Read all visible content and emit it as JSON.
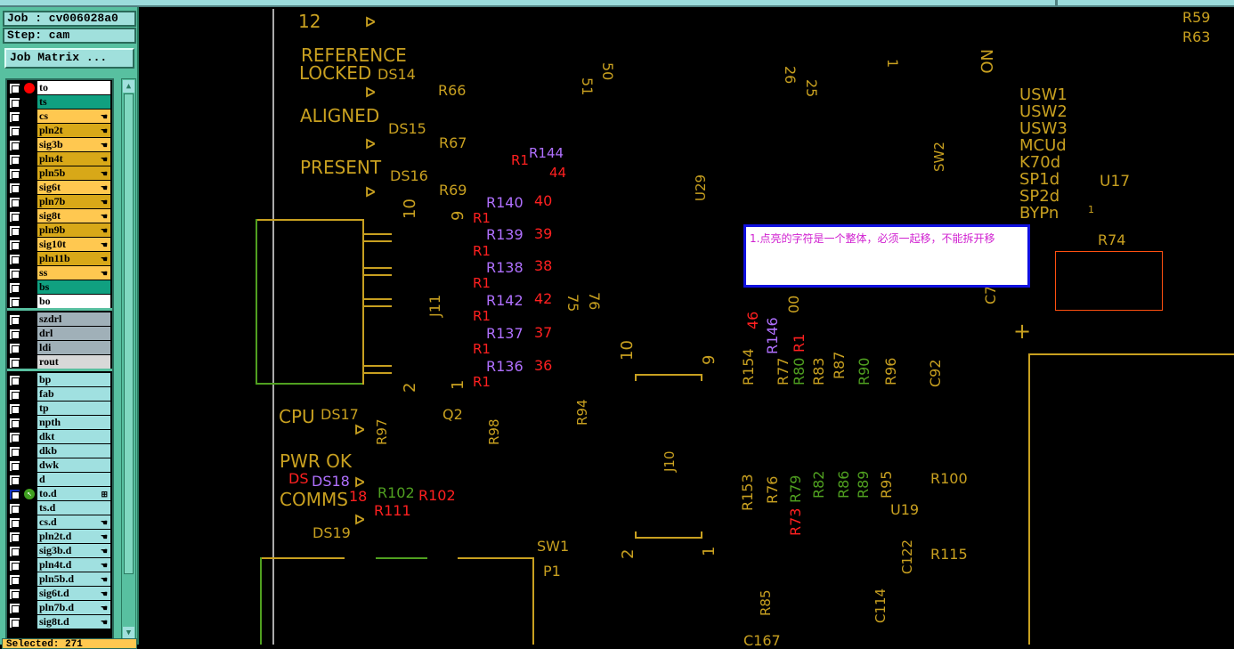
{
  "panel": {
    "job": "Job : cv006028a0",
    "step": "Step: cam",
    "job_matrix": "Job Matrix ...",
    "status": "Selected: 271",
    "layers": [
      {
        "name": "to",
        "color": "#ffffff",
        "active": true
      },
      {
        "name": "ts",
        "color": "#10a080"
      },
      {
        "name": "cs",
        "color": "#ffc850",
        "hand": true
      },
      {
        "name": "pln2t",
        "color": "#d8a818",
        "hand": true
      },
      {
        "name": "sig3b",
        "color": "#ffc850",
        "hand": true
      },
      {
        "name": "pln4t",
        "color": "#d8a818",
        "hand": true
      },
      {
        "name": "pln5b",
        "color": "#d8a818",
        "hand": true
      },
      {
        "name": "sig6t",
        "color": "#ffc850",
        "hand": true
      },
      {
        "name": "pln7b",
        "color": "#d8a818",
        "hand": true
      },
      {
        "name": "sig8t",
        "color": "#ffc850",
        "hand": true
      },
      {
        "name": "pln9b",
        "color": "#d8a818",
        "hand": true
      },
      {
        "name": "sig10t",
        "color": "#ffc850",
        "hand": true
      },
      {
        "name": "pln11b",
        "color": "#d8a818",
        "hand": true
      },
      {
        "name": "ss",
        "color": "#ffc850",
        "hand": true
      },
      {
        "name": "bs",
        "color": "#10a080"
      },
      {
        "name": "bo",
        "color": "#ffffff"
      },
      {
        "name": "szdrl",
        "color": "#a0b0b8",
        "group": 2
      },
      {
        "name": "drl",
        "color": "#a0b0b8"
      },
      {
        "name": "ldi",
        "color": "#a0b0b8"
      },
      {
        "name": "rout",
        "color": "#d8d8d8"
      },
      {
        "name": "bp",
        "color": "#a0e0e0",
        "group": 3
      },
      {
        "name": "fab",
        "color": "#a0e0e0"
      },
      {
        "name": "tp",
        "color": "#a0e0e0"
      },
      {
        "name": "npth",
        "color": "#a0e0e0"
      },
      {
        "name": "dkt",
        "color": "#a0e0e0"
      },
      {
        "name": "dkb",
        "color": "#a0e0e0"
      },
      {
        "name": "dwk",
        "color": "#a0e0e0"
      },
      {
        "name": "d",
        "color": "#a0e0e0"
      },
      {
        "name": "to.d",
        "color": "#a0e0e0",
        "work": true
      },
      {
        "name": "ts.d",
        "color": "#a0e0e0"
      },
      {
        "name": "cs.d",
        "color": "#a0e0e0",
        "hand": true
      },
      {
        "name": "pln2t.d",
        "color": "#a0e0e0",
        "hand": true
      },
      {
        "name": "sig3b.d",
        "color": "#a0e0e0",
        "hand": true
      },
      {
        "name": "pln4t.d",
        "color": "#a0e0e0",
        "hand": true
      },
      {
        "name": "pln5b.d",
        "color": "#a0e0e0",
        "hand": true
      },
      {
        "name": "sig6t.d",
        "color": "#a0e0e0",
        "hand": true
      },
      {
        "name": "pln7b.d",
        "color": "#a0e0e0",
        "hand": true
      },
      {
        "name": "sig8t.d",
        "color": "#a0e0e0",
        "hand": true
      }
    ]
  },
  "popup": {
    "text": "1.点亮的字符是一个整体，必须一起移，不能拆开移"
  },
  "colors": {
    "y": "#c8a020",
    "r": "#ff2020",
    "p": "#b070ff",
    "g": "#50a020",
    "o": "#ff5010"
  },
  "labels": [
    {
      "t": "12",
      "c": "y"
    },
    {
      "t": "REFERENCE",
      "c": "y"
    },
    {
      "t": "LOCKED",
      "c": "y"
    },
    {
      "t": "DS14",
      "c": "y"
    },
    {
      "t": "R66",
      "c": "y"
    },
    {
      "t": "ALIGNED",
      "c": "y"
    },
    {
      "t": "DS15",
      "c": "y"
    },
    {
      "t": "R67",
      "c": "y"
    },
    {
      "t": "PRESENT",
      "c": "y"
    },
    {
      "t": "DS16",
      "c": "y"
    },
    {
      "t": "R69",
      "c": "y"
    },
    {
      "t": "R144",
      "c": "p"
    },
    {
      "t": "R1",
      "c": "r"
    },
    {
      "t": "44",
      "c": "r"
    },
    {
      "t": "R140",
      "c": "p"
    },
    {
      "t": "40",
      "c": "r"
    },
    {
      "t": "R1",
      "c": "r"
    },
    {
      "t": "R139",
      "c": "p"
    },
    {
      "t": "39",
      "c": "r"
    },
    {
      "t": "R1",
      "c": "r"
    },
    {
      "t": "R138",
      "c": "p"
    },
    {
      "t": "38",
      "c": "r"
    },
    {
      "t": "R1",
      "c": "r"
    },
    {
      "t": "R142",
      "c": "p"
    },
    {
      "t": "42",
      "c": "r"
    },
    {
      "t": "R1",
      "c": "r"
    },
    {
      "t": "R137",
      "c": "p"
    },
    {
      "t": "37",
      "c": "r"
    },
    {
      "t": "R1",
      "c": "r"
    },
    {
      "t": "R136",
      "c": "p"
    },
    {
      "t": "36",
      "c": "r"
    },
    {
      "t": "R1",
      "c": "r"
    },
    {
      "t": "10",
      "c": "y"
    },
    {
      "t": "9",
      "c": "y"
    },
    {
      "t": "J11",
      "c": "y"
    },
    {
      "t": "2",
      "c": "y"
    },
    {
      "t": "1",
      "c": "y"
    },
    {
      "t": "75",
      "c": "y"
    },
    {
      "t": "76",
      "c": "y"
    },
    {
      "t": "10",
      "c": "y"
    },
    {
      "t": "9",
      "c": "y"
    },
    {
      "t": "J10",
      "c": "y"
    },
    {
      "t": "2",
      "c": "y"
    },
    {
      "t": "1",
      "c": "y"
    },
    {
      "t": "CPU",
      "c": "y"
    },
    {
      "t": "DS17",
      "c": "y"
    },
    {
      "t": "R97",
      "c": "y"
    },
    {
      "t": "Q2",
      "c": "y"
    },
    {
      "t": "R98",
      "c": "y"
    },
    {
      "t": "R94",
      "c": "y"
    },
    {
      "t": "PWR OK",
      "c": "y"
    },
    {
      "t": "DS",
      "c": "r"
    },
    {
      "t": "DS18",
      "c": "p"
    },
    {
      "t": "COMMS",
      "c": "y"
    },
    {
      "t": "18",
      "c": "r"
    },
    {
      "t": "R102",
      "c": "g"
    },
    {
      "t": "R102",
      "c": "r"
    },
    {
      "t": "R111",
      "c": "r"
    },
    {
      "t": "DS19",
      "c": "y"
    },
    {
      "t": "SW1",
      "c": "y"
    },
    {
      "t": "P1",
      "c": "y"
    },
    {
      "t": "51",
      "c": "y"
    },
    {
      "t": "50",
      "c": "y"
    },
    {
      "t": "26",
      "c": "y"
    },
    {
      "t": "25",
      "c": "y"
    },
    {
      "t": "1",
      "c": "y"
    },
    {
      "t": "NO",
      "c": "y"
    },
    {
      "t": "U29",
      "c": "y"
    },
    {
      "t": "SW2",
      "c": "y"
    },
    {
      "t": "USW1",
      "c": "y"
    },
    {
      "t": "USW2",
      "c": "y"
    },
    {
      "t": "USW3",
      "c": "y"
    },
    {
      "t": "MCUd",
      "c": "y"
    },
    {
      "t": "K70d",
      "c": "y"
    },
    {
      "t": "SP1d",
      "c": "y"
    },
    {
      "t": "SP2d",
      "c": "y"
    },
    {
      "t": "BYPn",
      "c": "y"
    },
    {
      "t": "U17",
      "c": "y"
    },
    {
      "t": "1",
      "c": "y"
    },
    {
      "t": "R74",
      "c": "y"
    },
    {
      "t": "R59",
      "c": "y"
    },
    {
      "t": "R63",
      "c": "y"
    },
    {
      "t": "R154",
      "c": "y"
    },
    {
      "t": "46",
      "c": "r"
    },
    {
      "t": "R146",
      "c": "p"
    },
    {
      "t": "00",
      "c": "y"
    },
    {
      "t": "R77",
      "c": "y"
    },
    {
      "t": "R80",
      "c": "g"
    },
    {
      "t": "R1",
      "c": "r"
    },
    {
      "t": "R83",
      "c": "y"
    },
    {
      "t": "R87",
      "c": "y"
    },
    {
      "t": "R90",
      "c": "g"
    },
    {
      "t": "R96",
      "c": "y"
    },
    {
      "t": "C92",
      "c": "y"
    },
    {
      "t": "C7",
      "c": "y"
    },
    {
      "t": "R153",
      "c": "y"
    },
    {
      "t": "R76",
      "c": "y"
    },
    {
      "t": "R79",
      "c": "g"
    },
    {
      "t": "R73",
      "c": "r"
    },
    {
      "t": "R82",
      "c": "g"
    },
    {
      "t": "R86",
      "c": "g"
    },
    {
      "t": "R89",
      "c": "g"
    },
    {
      "t": "R95",
      "c": "y"
    },
    {
      "t": "R100",
      "c": "y"
    },
    {
      "t": "U19",
      "c": "y"
    },
    {
      "t": "C122",
      "c": "y"
    },
    {
      "t": "R115",
      "c": "y"
    },
    {
      "t": "R85",
      "c": "y"
    },
    {
      "t": "C114",
      "c": "y"
    },
    {
      "t": "C167",
      "c": "y"
    },
    {
      "t": "+",
      "c": "y"
    }
  ]
}
